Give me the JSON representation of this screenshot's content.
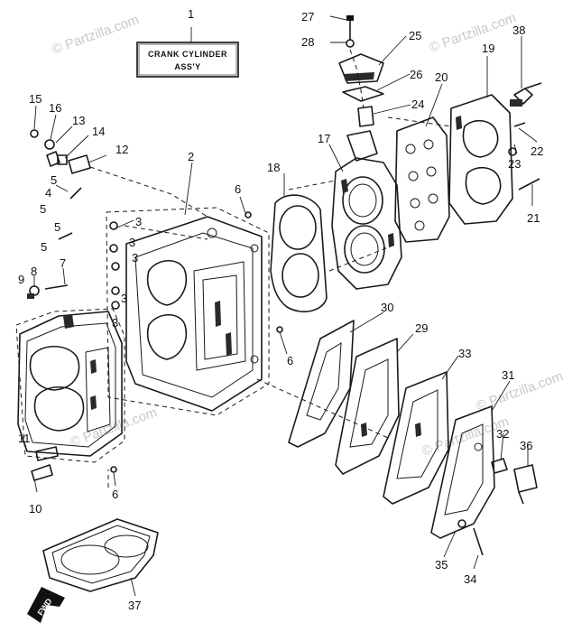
{
  "assembly_label": {
    "line1": "CRANK CYLINDER",
    "line2": "ASS'Y"
  },
  "fwd_label": "FWD",
  "watermarks": [
    "© Partzilla.com",
    "© Partzilla.com",
    "© Partzilla.com",
    "© Partzilla.com",
    "© Partzilla.com"
  ],
  "callouts": [
    "1",
    "2",
    "3",
    "3",
    "3",
    "3",
    "3",
    "4",
    "5",
    "5",
    "5",
    "5",
    "6",
    "6",
    "6",
    "7",
    "8",
    "9",
    "10",
    "11",
    "12",
    "13",
    "14",
    "15",
    "16",
    "17",
    "18",
    "19",
    "20",
    "21",
    "22",
    "23",
    "24",
    "25",
    "26",
    "27",
    "28",
    "29",
    "30",
    "31",
    "32",
    "33",
    "34",
    "35",
    "36",
    "37",
    "38"
  ]
}
